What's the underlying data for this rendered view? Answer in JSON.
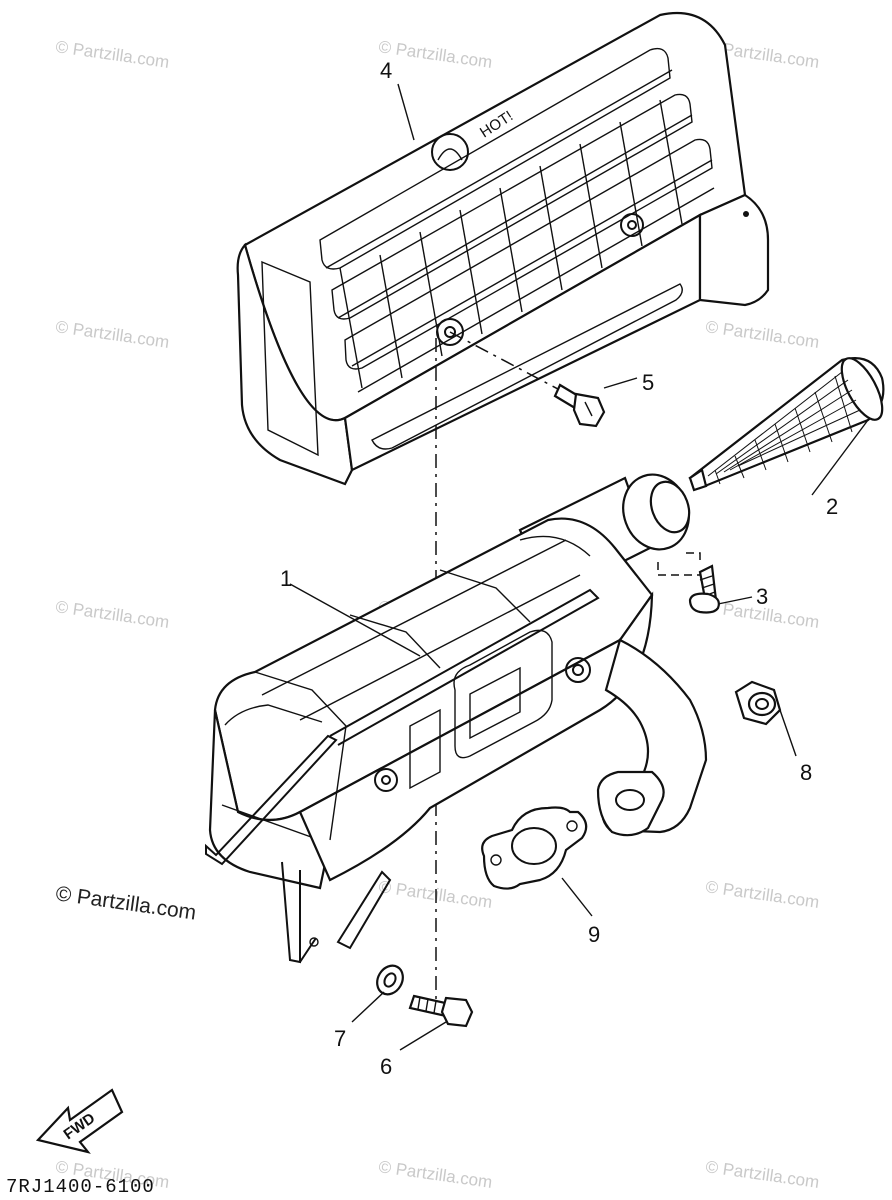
{
  "watermark": "© Partzilla.com",
  "watermark_prominent": "© Partzilla.com",
  "diagram_code": "7RJ1400-6100",
  "fwd_label": "FWD",
  "embossed_text": "HOT!",
  "callouts": {
    "c1": "1",
    "c2": "2",
    "c3": "3",
    "c4": "4",
    "c5": "5",
    "c6": "6",
    "c7": "7",
    "c8": "8",
    "c9": "9"
  }
}
